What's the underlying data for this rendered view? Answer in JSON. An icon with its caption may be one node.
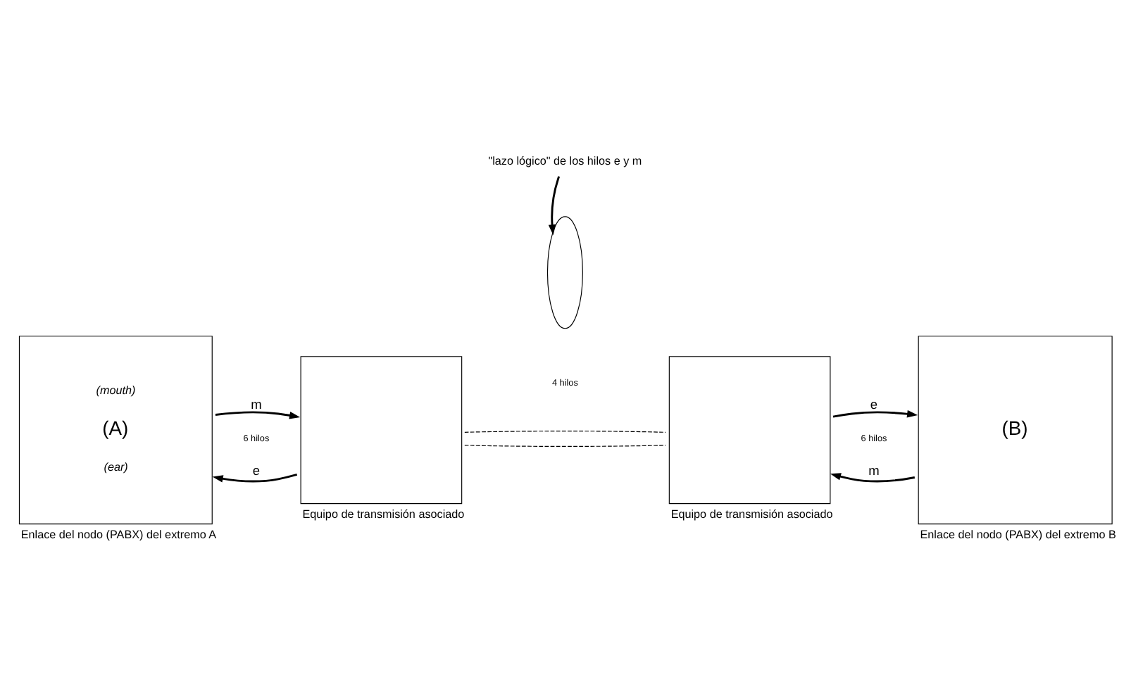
{
  "diagram": {
    "nodes": [
      {
        "text": [
          "(mouth)",
          "(A)",
          "(ear)"
        ],
        "beside": [
          "Enlace del nodo (PABX) del extremo A"
        ]
      },
      {
        "text": [],
        "shape": "box",
        "beside": [
          "Equipo de transmisión asociado"
        ]
      },
      {
        "text": [],
        "shape": "ellipse"
      },
      {
        "text": [
          "\"lazo lógico\" de los hilos e y m"
        ]
      },
      {
        "text": [],
        "shape": "box",
        "beside": [
          "Equipo de transmisión asociado"
        ]
      },
      {
        "text": [
          "(B)"
        ],
        "beside": [
          "Enlace del nodo (PABX) del extremo B"
        ]
      }
    ],
    "edges": [
      {
        "from": 0,
        "to": 1,
        "arrow": "to",
        "label": "m"
      },
      {
        "from": 1,
        "to": 4,
        "arrow": "none",
        "style": "dashed"
      },
      {
        "from": 1,
        "to": 0,
        "arrow": "to",
        "label": "e"
      },
      {
        "from": 1,
        "to": 4,
        "arrow": "none",
        "style": "dashed"
      },
      {
        "from": 4,
        "to": 5,
        "arrow": "to",
        "label": "e"
      },
      {
        "from": 5,
        "to": 4,
        "arrow": "to",
        "label": "m"
      },
      {
        "from": 3,
        "to": 2,
        "arrow": "to"
      }
    ],
    "labels": [
      "6 hilos",
      "6 hilos",
      "4 hilos"
    ]
  }
}
